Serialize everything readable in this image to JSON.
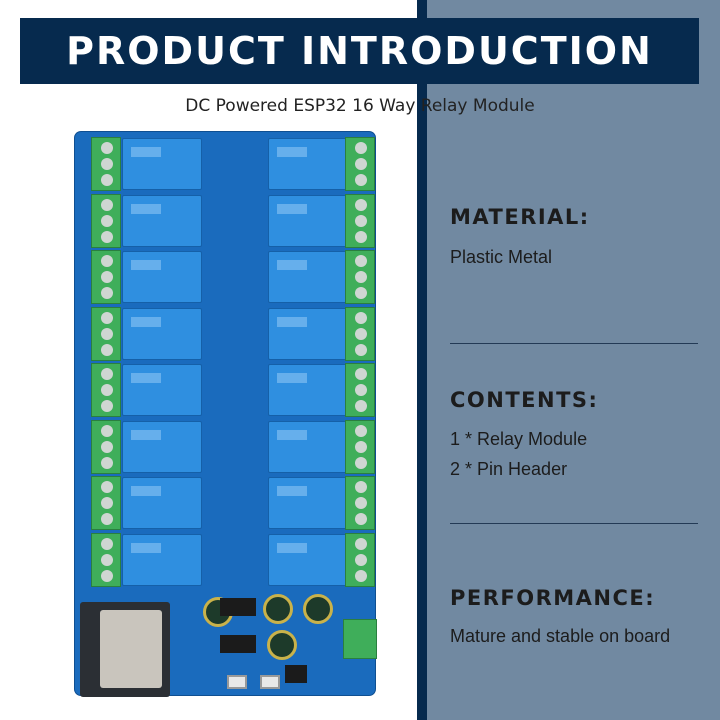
{
  "banner": {
    "title": "PRODUCT INTRODUCTION"
  },
  "subtitle": "DC Powered ESP32 16 Way Relay Module",
  "colors": {
    "navy": "#062a4e",
    "panel": "#7189a1",
    "pcb": "#1a6bbd",
    "relay": "#2f8fe0",
    "terminal": "#3fae5a"
  },
  "sections": [
    {
      "heading": "MATERIAL:",
      "lines": [
        "Plastic Metal"
      ]
    },
    {
      "heading": "CONTENTS:",
      "lines": [
        "1 * Relay Module",
        "2 * Pin Header"
      ]
    },
    {
      "heading": "PERFORMANCE:",
      "lines": [
        "Mature and stable on board"
      ]
    }
  ],
  "product_image": {
    "relay_channels": 16
  }
}
